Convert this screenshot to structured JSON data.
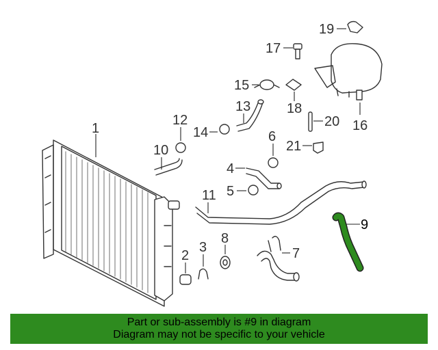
{
  "callouts": {
    "c1": "1",
    "c2": "2",
    "c3": "3",
    "c4": "4",
    "c5": "5",
    "c6": "6",
    "c7": "7",
    "c8": "8",
    "c9": "9",
    "c10": "10",
    "c11": "11",
    "c12": "12",
    "c13": "13",
    "c14": "14",
    "c15": "15",
    "c16": "16",
    "c17": "17",
    "c18": "18",
    "c19": "19",
    "c20": "20",
    "c21": "21"
  },
  "highlight": {
    "part": "9",
    "color": "#2e8b1f"
  },
  "banner": {
    "line1": "Part or sub-assembly is #9 in diagram",
    "line2": "Diagram may not be specific to your vehicle",
    "background": "#2e8b1f"
  }
}
